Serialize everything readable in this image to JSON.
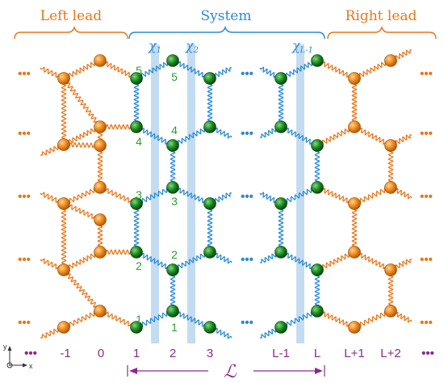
{
  "headers": {
    "left_lead": "Left lead",
    "system": "System",
    "right_lead": "Right lead"
  },
  "chi_labels": [
    "χ",
    "χ",
    "χ"
  ],
  "chi_subscripts": [
    "1",
    "2",
    "L-1"
  ],
  "site_numbers_col1": [
    "5",
    "4",
    "3",
    "2",
    "1"
  ],
  "site_numbers_col2": [
    "5",
    "4",
    "3",
    "2",
    "1"
  ],
  "column_labels": {
    "m1": "-1",
    "c0": "0",
    "c1": "1",
    "c2": "2",
    "c3": "3",
    "cLm1": "L-1",
    "cL": "L",
    "cLp1": "L+1",
    "cLp2": "L+2"
  },
  "ellipsis": "•••",
  "length_symbol": "ℒ",
  "axis_labels": {
    "y": "y",
    "x": "x"
  },
  "colors": {
    "lead": "#e8761a",
    "lead_atom": "#e8901c",
    "system": "#2a8ad4",
    "system_atom": "#1f8a2a",
    "highlight": "#bcd8f0",
    "site_label": "#2aa12a",
    "column_label": "#8a2a8a",
    "length_arrow": "#8a2a8a"
  }
}
